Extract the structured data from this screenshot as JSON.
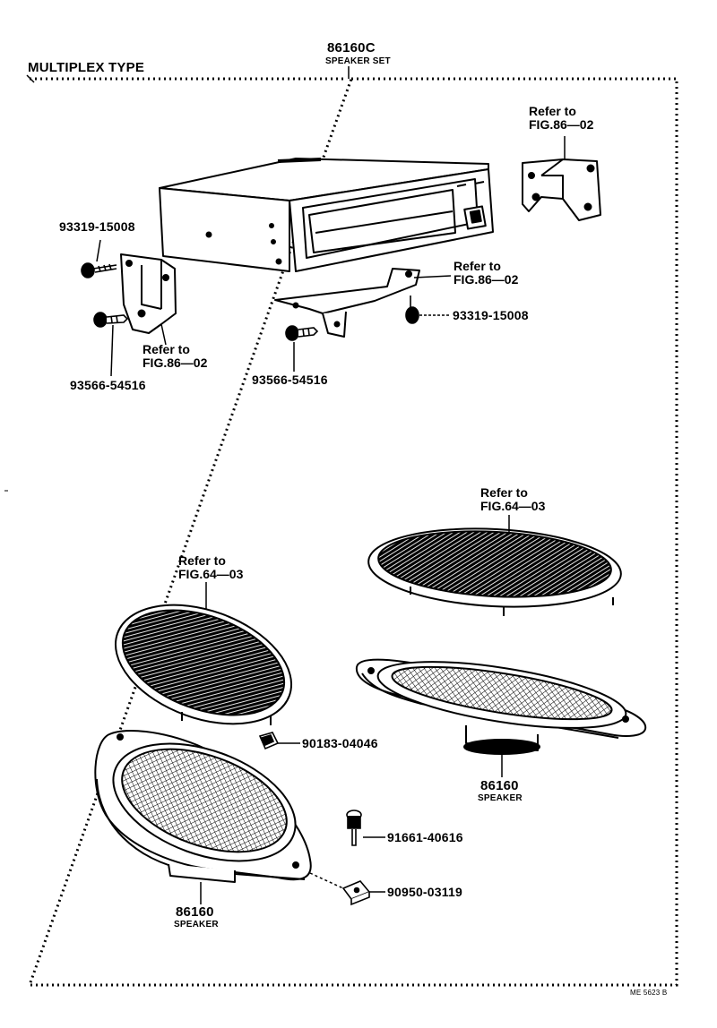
{
  "header": {
    "section_title": "MULTIPLEX TYPE",
    "set_part_no": "86160C",
    "set_name": "SPEAKER SET"
  },
  "references": {
    "ref_bracket_right": {
      "line1": "Refer to",
      "line2": "FIG.86—02"
    },
    "ref_bracket_center": {
      "line1": "Refer to",
      "line2": "FIG.86—02"
    },
    "ref_bracket_left": {
      "line1": "Refer to",
      "line2": "FIG.86—02"
    },
    "ref_grille_right": {
      "line1": "Refer to",
      "line2": "FIG.64—03"
    },
    "ref_grille_left": {
      "line1": "Refer to",
      "line2": "FIG.64—03"
    }
  },
  "parts": {
    "screw_top_left": "93319-15008",
    "screw_right": "93319-15008",
    "bolt_left": "93566-54516",
    "bolt_center": "93566-54516",
    "clip": "90183-04046",
    "screw_speaker": "91661-40616",
    "nut": "90950-03119",
    "speaker_right_no": "86160",
    "speaker_right_name": "SPEAKER",
    "speaker_left_no": "86160",
    "speaker_left_name": "SPEAKER"
  },
  "footer": {
    "drawing_code": "ME 5623 B"
  }
}
